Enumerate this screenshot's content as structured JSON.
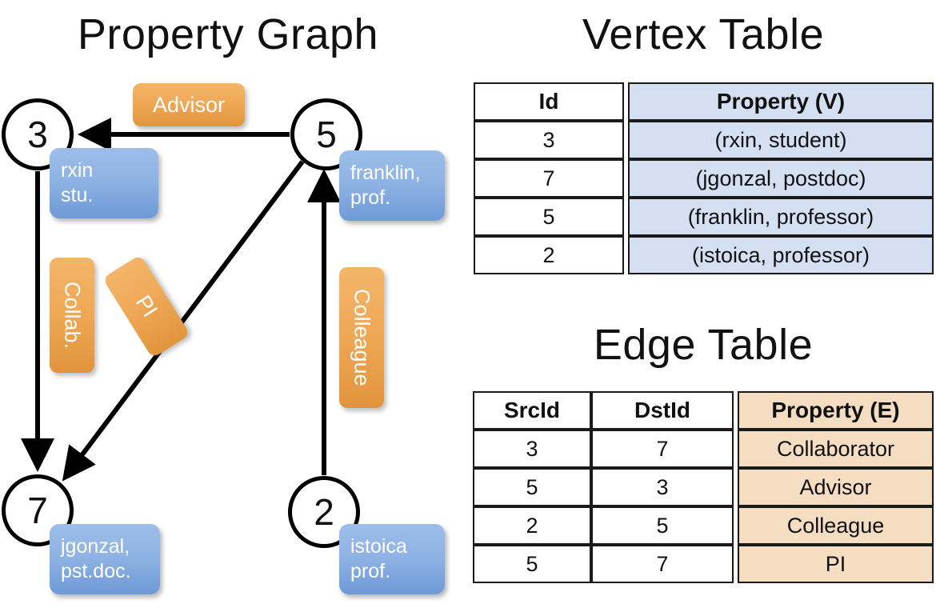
{
  "titles": {
    "property_graph": "Property Graph",
    "vertex_table": "Vertex Table",
    "edge_table": "Edge Table"
  },
  "colors": {
    "vertex_property_cell": "#d4e0f2",
    "edge_property_cell": "#f5ddc2",
    "node_property_box": "#8fb3e4",
    "edge_label_box": "#efa957",
    "stroke": "#000000"
  },
  "graph": {
    "nodes": [
      {
        "id": "3",
        "property_lines": [
          "rxin",
          "stu."
        ]
      },
      {
        "id": "5",
        "property_lines": [
          "franklin,",
          "prof."
        ]
      },
      {
        "id": "7",
        "property_lines": [
          "jgonzal,",
          "pst.doc."
        ]
      },
      {
        "id": "2",
        "property_lines": [
          "istoica",
          "prof."
        ]
      }
    ],
    "edge_labels": [
      {
        "text": "Advisor",
        "orientation": "horizontal"
      },
      {
        "text": "Collab.",
        "orientation": "vertical"
      },
      {
        "text": "PI",
        "orientation": "vertical-rotated"
      },
      {
        "text": "Colleague",
        "orientation": "vertical"
      }
    ],
    "edges": [
      {
        "src": "5",
        "dst": "3",
        "label": "Advisor"
      },
      {
        "src": "3",
        "dst": "7",
        "label": "Collab."
      },
      {
        "src": "5",
        "dst": "7",
        "label": "PI"
      },
      {
        "src": "2",
        "dst": "5",
        "label": "Colleague"
      }
    ]
  },
  "vertex_table": {
    "headers": [
      "Id",
      "Property (V)"
    ],
    "rows": [
      {
        "id": "3",
        "property": "(rxin, student)"
      },
      {
        "id": "7",
        "property": "(jgonzal, postdoc)"
      },
      {
        "id": "5",
        "property": "(franklin, professor)"
      },
      {
        "id": "2",
        "property": "(istoica, professor)"
      }
    ]
  },
  "edge_table": {
    "headers": [
      "SrcId",
      "DstId",
      "Property (E)"
    ],
    "rows": [
      {
        "src": "3",
        "dst": "7",
        "property": "Collaborator"
      },
      {
        "src": "5",
        "dst": "3",
        "property": "Advisor"
      },
      {
        "src": "2",
        "dst": "5",
        "property": "Colleague"
      },
      {
        "src": "5",
        "dst": "7",
        "property": "PI"
      }
    ]
  }
}
